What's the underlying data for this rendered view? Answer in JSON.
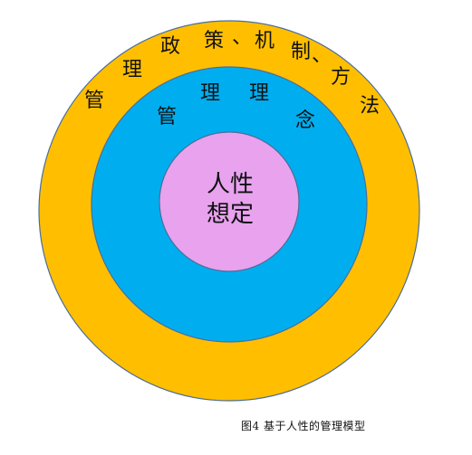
{
  "diagram": {
    "outer_ring": {
      "label_chars": [
        "管",
        "理",
        "政",
        "策",
        "、",
        "机",
        "制",
        "、",
        "方",
        "法"
      ],
      "color": "#FFBF00"
    },
    "middle_ring": {
      "label_chars": [
        "管",
        "理",
        "理",
        "念"
      ],
      "color": "#00AEEF"
    },
    "core": {
      "line1": "人性",
      "line2": "想定",
      "color": "#E8A2EE"
    },
    "outline_color": "#4A6D9A"
  },
  "caption": "图4 基于人性的管理模型"
}
